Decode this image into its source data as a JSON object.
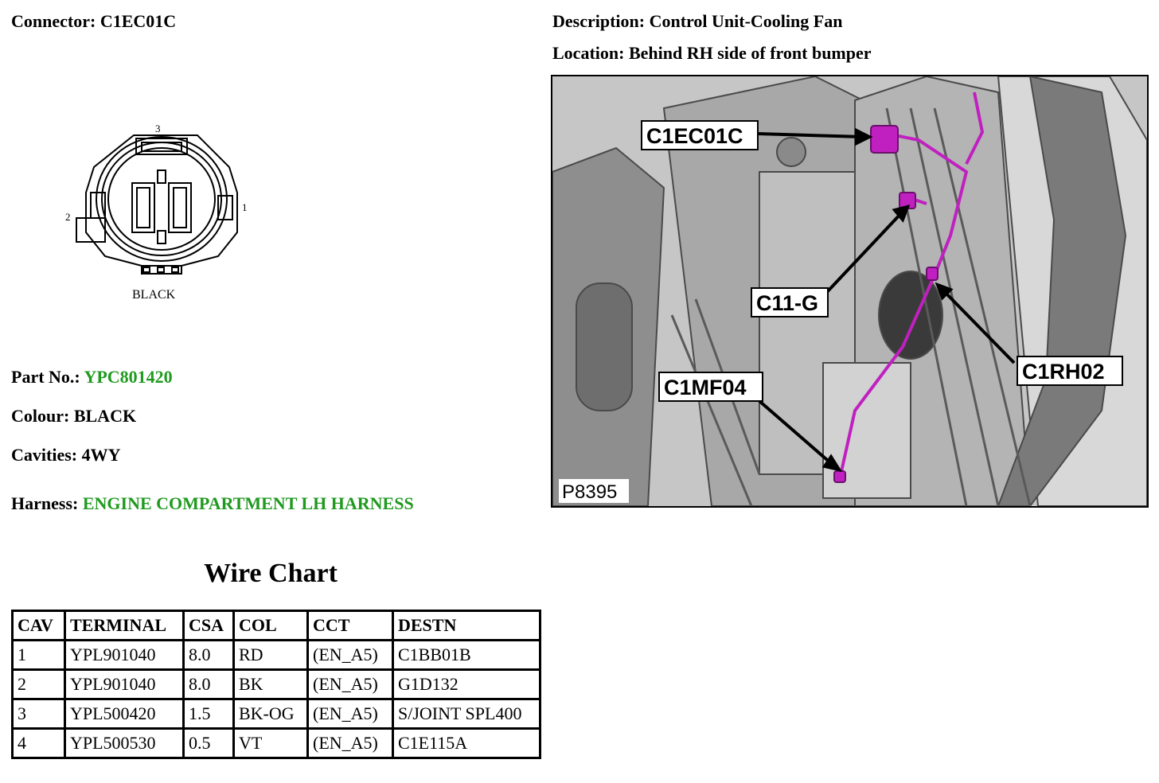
{
  "connector": {
    "label": "Connector:",
    "value": "C1EC01C"
  },
  "description": {
    "label": "Description:",
    "value": "Control Unit-Cooling Fan"
  },
  "location": {
    "label": "Location:",
    "value": "Behind RH side of front bumper"
  },
  "part_no": {
    "label": "Part No.:",
    "value": "YPC801420"
  },
  "colour": {
    "label": "Colour:",
    "value": "BLACK"
  },
  "cavities": {
    "label": "Cavities:",
    "value": "4WY"
  },
  "harness": {
    "label": "Harness:",
    "value": "ENGINE COMPARTMENT LH HARNESS"
  },
  "connector_drawing": {
    "pin_labels": [
      "3",
      "2",
      "1"
    ],
    "colour_label": "BLACK"
  },
  "photo": {
    "id": "P8395",
    "callouts": [
      "C1EC01C",
      "C11-G",
      "C1MF04",
      "C1RH02"
    ],
    "accent_color": "#c020c0"
  },
  "wire_chart": {
    "title": "Wire Chart",
    "columns": [
      "CAV",
      "TERMINAL",
      "CSA",
      "COL",
      "CCT",
      "DESTN"
    ],
    "rows": [
      [
        "1",
        "YPL901040",
        "8.0",
        "RD",
        "(EN_A5)",
        "C1BB01B"
      ],
      [
        "2",
        "YPL901040",
        "8.0",
        "BK",
        "(EN_A5)",
        "G1D132"
      ],
      [
        "3",
        "YPL500420",
        "1.5",
        "BK-OG",
        "(EN_A5)",
        "S/JOINT SPL400"
      ],
      [
        "4",
        "YPL500530",
        "0.5",
        "VT",
        "(EN_A5)",
        "C1E115A"
      ]
    ]
  }
}
